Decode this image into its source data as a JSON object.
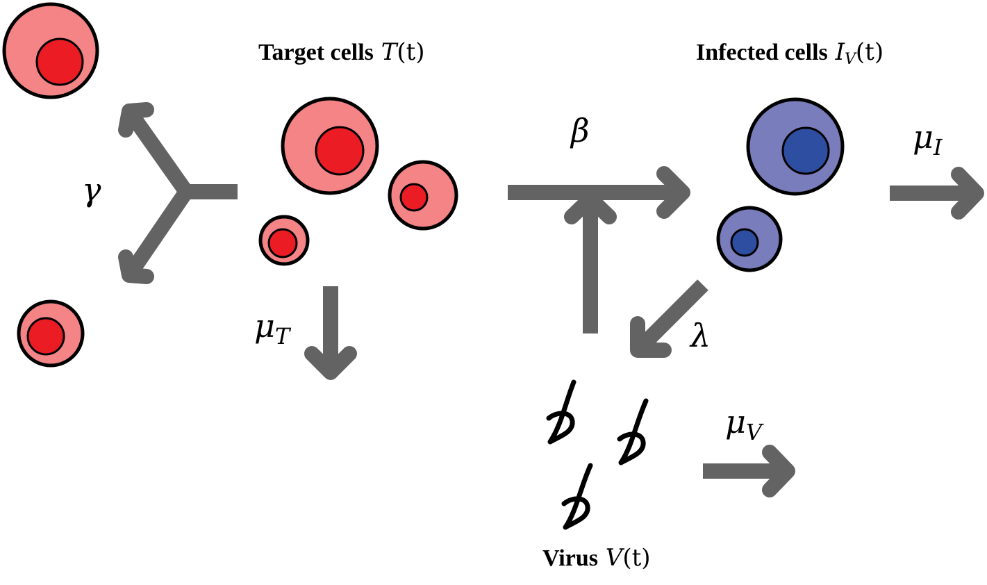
{
  "labels": {
    "target_cells": {
      "word": "Target cells",
      "symbol": "T",
      "arg": "(t)"
    },
    "infected_cells": {
      "word": "Infected cells",
      "symbol": "I",
      "sub": "V",
      "arg": "(t)"
    },
    "virus": {
      "word": "Virus",
      "symbol": "V",
      "arg": "(t)"
    }
  },
  "rates": {
    "gamma": "γ",
    "beta": "β",
    "lambda": "λ",
    "mu_T": {
      "base": "μ",
      "sub": "T"
    },
    "mu_I": {
      "base": "μ",
      "sub": "I"
    },
    "mu_V": {
      "base": "μ",
      "sub": "V"
    }
  },
  "colors": {
    "arrow": "#636363",
    "target_outer": "#f48486",
    "target_inner": "#ec1c24",
    "infected_outer": "#7a7dbb",
    "infected_inner": "#2e4ea1",
    "outline": "#000000"
  }
}
